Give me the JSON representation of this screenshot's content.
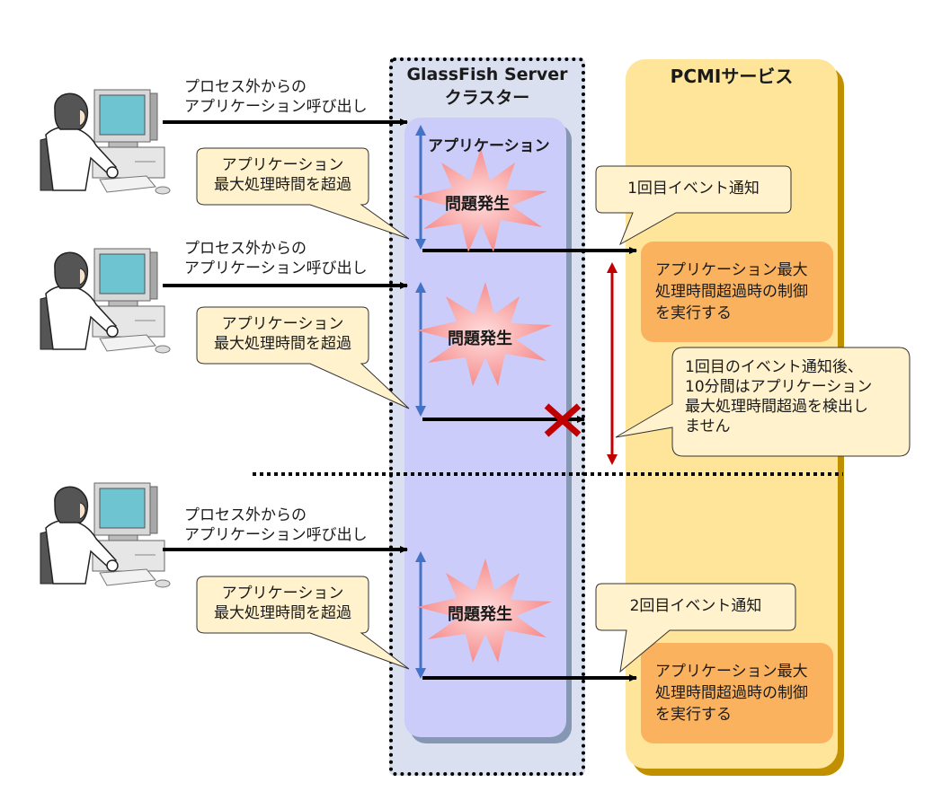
{
  "cluster": {
    "title_line1": "GlassFish Server",
    "title_line2": "クラスター",
    "application_label": "アプリケーション"
  },
  "pcmi": {
    "title": "PCMIサービス"
  },
  "callers": [
    {
      "line1": "プロセス外からの",
      "line2": "アプリケーション呼び出し"
    },
    {
      "line1": "プロセス外からの",
      "line2": "アプリケーション呼び出し"
    },
    {
      "line1": "プロセス外からの",
      "line2": "アプリケーション呼び出し"
    }
  ],
  "timeout_bubbles": [
    {
      "line1": "アプリケーション",
      "line2": "最大処理時間を超過"
    },
    {
      "line1": "アプリケーション",
      "line2": "最大処理時間を超過"
    },
    {
      "line1": "アプリケーション",
      "line2": "最大処理時間を超過"
    }
  ],
  "problem_label": "問題発生",
  "event_notifications": [
    {
      "label": "1回目イベント通知"
    },
    {
      "label": "2回目イベント通知"
    }
  ],
  "actions": [
    {
      "line1": "アプリケーション最大",
      "line2": "処理時間超過時の制御",
      "line3": "を実行する"
    },
    {
      "line1": "アプリケーション最大",
      "line2": "処理時間超過時の制御",
      "line3": "を実行する"
    }
  ],
  "suppression_note": {
    "line1": "1回目のイベント通知後、",
    "line2": "10分間はアプリケーション",
    "line3": "最大処理時間超過を検出し",
    "line4": "ません"
  },
  "colors": {
    "cluster_bg": "#dbe0f0",
    "app_bg": "#ccccfa",
    "pcmi_bg": "#ffe599",
    "pcmi_shadow": "#c09000",
    "action_bg": "#fbb25e",
    "bubble_bg": "#fff2cc",
    "duration_arrow": "#4472c4",
    "suppress_arrow": "#c00000",
    "cross_mark": "#c00000"
  }
}
